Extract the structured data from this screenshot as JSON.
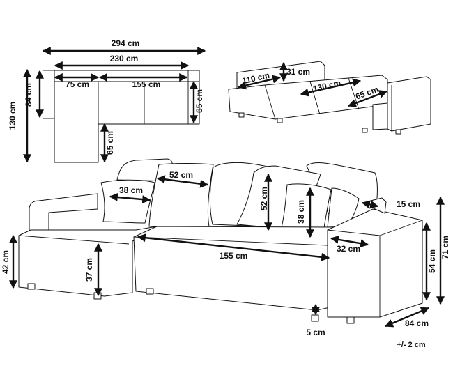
{
  "colors": {
    "line": "#111111",
    "background": "#ffffff"
  },
  "top_view": {
    "total_width": "294 cm",
    "sofa_width": "230 cm",
    "chaise_width": "75 cm",
    "main_width": "155 cm",
    "seat_depth_right": "65 cm",
    "back_depth": "84 cm",
    "chaise_length": "130 cm",
    "chaise_depth": "65 cm"
  },
  "bed_view": {
    "back_height": "31 cm",
    "seat_length": "110 cm",
    "bed_length": "130 cm",
    "extension": "65 cm"
  },
  "main_view": {
    "back_cushion_width": "52 cm",
    "small_cushion_width": "38 cm",
    "back_cushion_height": "52 cm",
    "small_cushion_height": "38 cm",
    "armrest_top": "15 cm",
    "armrest_width": "32 cm",
    "seat_width": "155 cm",
    "chaise_height": "42 cm",
    "seat_height": "37 cm",
    "arm_height": "54 cm",
    "total_height": "71 cm",
    "depth": "84 cm",
    "leg_height": "5 cm"
  },
  "tolerance": "+/- 2 cm"
}
